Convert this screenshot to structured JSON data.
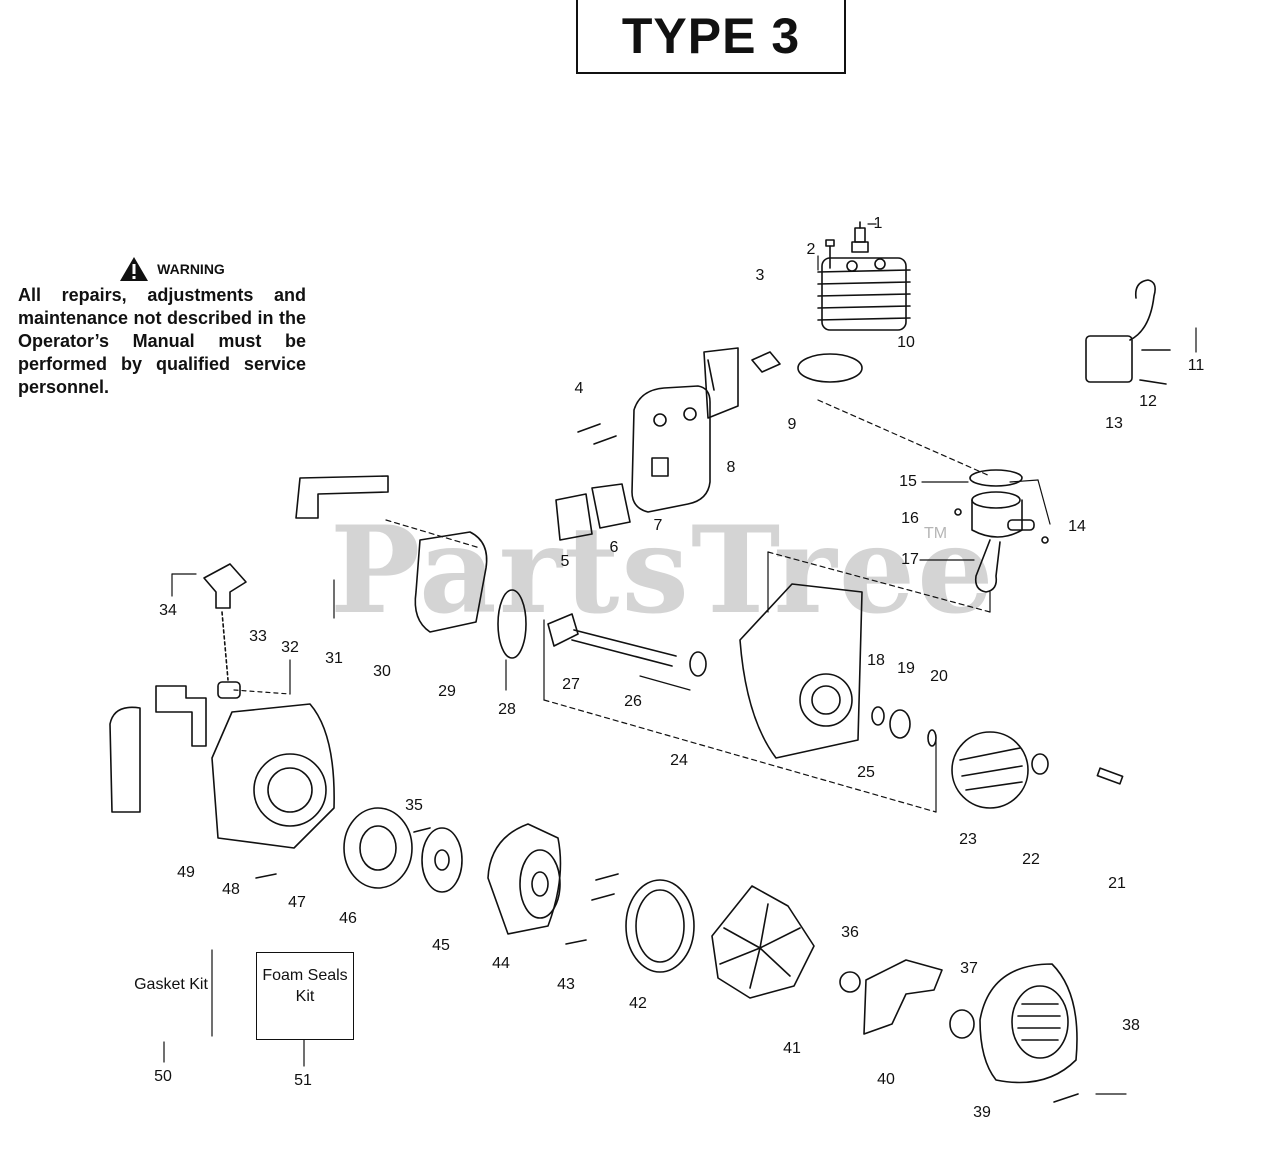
{
  "header": {
    "title": "TYPE 3"
  },
  "warning": {
    "title": "WARNING",
    "text": "All repairs, adjustments and maintenance not described in the Operator’s Manual must be performed by qualified service personnel."
  },
  "watermark": {
    "text": "PartsTree",
    "tm": "TM"
  },
  "kits": {
    "gasket_label": "Gasket Kit",
    "foam_label": "Foam Seals Kit"
  },
  "callouts": [
    {
      "num": "1"
    },
    {
      "num": "2"
    },
    {
      "num": "3"
    },
    {
      "num": "4"
    },
    {
      "num": "5"
    },
    {
      "num": "6"
    },
    {
      "num": "7"
    },
    {
      "num": "8"
    },
    {
      "num": "9"
    },
    {
      "num": "10"
    },
    {
      "num": "11"
    },
    {
      "num": "12"
    },
    {
      "num": "13"
    },
    {
      "num": "14"
    },
    {
      "num": "15"
    },
    {
      "num": "16"
    },
    {
      "num": "17"
    },
    {
      "num": "18"
    },
    {
      "num": "19"
    },
    {
      "num": "20"
    },
    {
      "num": "21"
    },
    {
      "num": "22"
    },
    {
      "num": "23"
    },
    {
      "num": "24"
    },
    {
      "num": "25"
    },
    {
      "num": "26"
    },
    {
      "num": "27"
    },
    {
      "num": "28"
    },
    {
      "num": "29"
    },
    {
      "num": "30"
    },
    {
      "num": "31"
    },
    {
      "num": "32"
    },
    {
      "num": "33"
    },
    {
      "num": "34"
    },
    {
      "num": "35"
    },
    {
      "num": "36"
    },
    {
      "num": "37"
    },
    {
      "num": "38"
    },
    {
      "num": "39"
    },
    {
      "num": "40"
    },
    {
      "num": "41"
    },
    {
      "num": "42"
    },
    {
      "num": "43"
    },
    {
      "num": "44"
    },
    {
      "num": "45"
    },
    {
      "num": "46"
    },
    {
      "num": "47"
    },
    {
      "num": "48"
    },
    {
      "num": "49"
    },
    {
      "num": "50"
    },
    {
      "num": "51"
    }
  ]
}
